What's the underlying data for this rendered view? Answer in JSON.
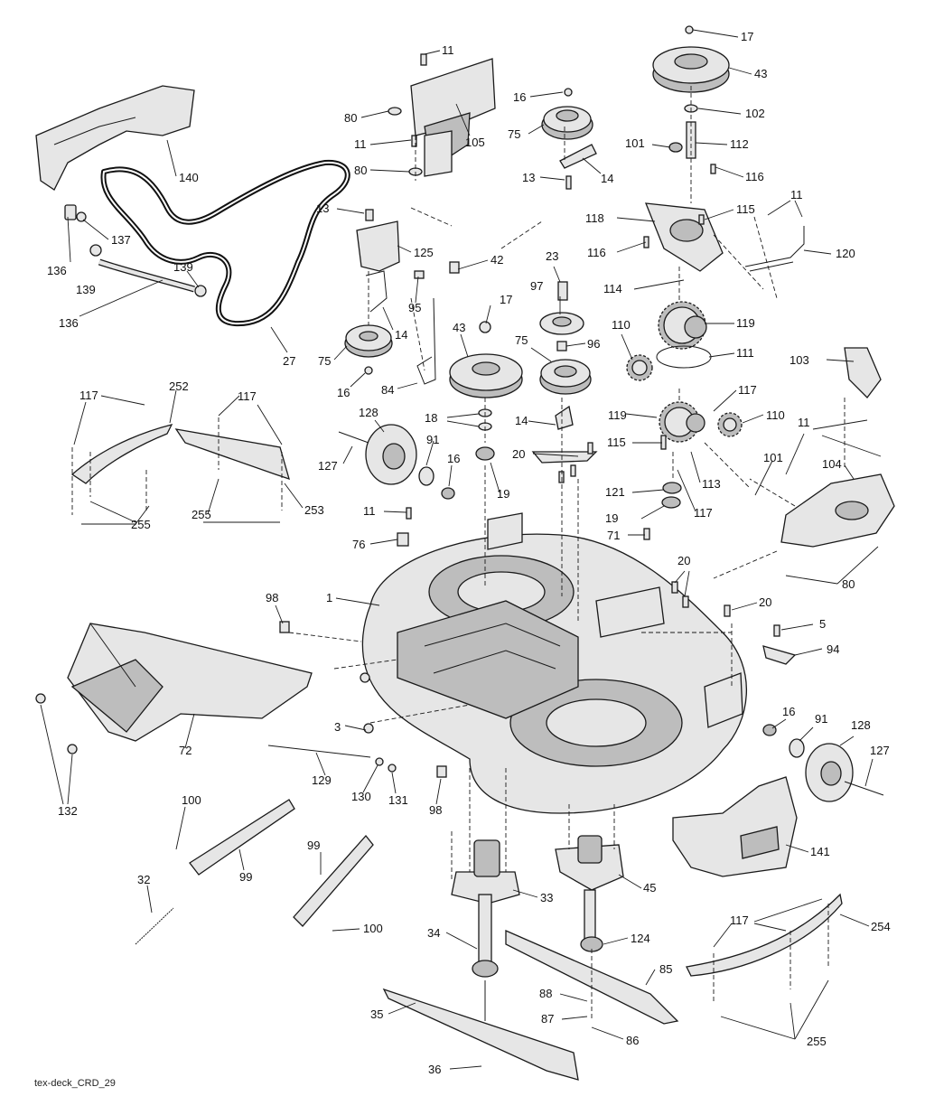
{
  "diagram": {
    "caption": "tex-deck_CRD_29",
    "callouts": [
      {
        "id": "c-11-top",
        "text": "11"
      },
      {
        "id": "c-80-a",
        "text": "80"
      },
      {
        "id": "c-11-b",
        "text": "11"
      },
      {
        "id": "c-105",
        "text": "105"
      },
      {
        "id": "c-80-b",
        "text": "80"
      },
      {
        "id": "c-16-a",
        "text": "16"
      },
      {
        "id": "c-75-a",
        "text": "75"
      },
      {
        "id": "c-13-a",
        "text": "13"
      },
      {
        "id": "c-14-a",
        "text": "14"
      },
      {
        "id": "c-17-a",
        "text": "17"
      },
      {
        "id": "c-43-a",
        "text": "43"
      },
      {
        "id": "c-102",
        "text": "102"
      },
      {
        "id": "c-101-a",
        "text": "101"
      },
      {
        "id": "c-112",
        "text": "112"
      },
      {
        "id": "c-116-a",
        "text": "116"
      },
      {
        "id": "c-140",
        "text": "140"
      },
      {
        "id": "c-118",
        "text": "118"
      },
      {
        "id": "c-115-a",
        "text": "115"
      },
      {
        "id": "c-11-c",
        "text": "11"
      },
      {
        "id": "c-137",
        "text": "137"
      },
      {
        "id": "c-13-b",
        "text": "13"
      },
      {
        "id": "c-125",
        "text": "125"
      },
      {
        "id": "c-116-b",
        "text": "116"
      },
      {
        "id": "c-120",
        "text": "120"
      },
      {
        "id": "c-136-a",
        "text": "136"
      },
      {
        "id": "c-139-a",
        "text": "139"
      },
      {
        "id": "c-42",
        "text": "42"
      },
      {
        "id": "c-23",
        "text": "23"
      },
      {
        "id": "c-139-b",
        "text": "139"
      },
      {
        "id": "c-95",
        "text": "95"
      },
      {
        "id": "c-114",
        "text": "114"
      },
      {
        "id": "c-97",
        "text": "97"
      },
      {
        "id": "c-17-b",
        "text": "17"
      },
      {
        "id": "c-136-b",
        "text": "136"
      },
      {
        "id": "c-14-b",
        "text": "14"
      },
      {
        "id": "c-43-b",
        "text": "43"
      },
      {
        "id": "c-96",
        "text": "96"
      },
      {
        "id": "c-110-a",
        "text": "110"
      },
      {
        "id": "c-119-a",
        "text": "119"
      },
      {
        "id": "c-27",
        "text": "27"
      },
      {
        "id": "c-75-b",
        "text": "75"
      },
      {
        "id": "c-75-c",
        "text": "75"
      },
      {
        "id": "c-111",
        "text": "111"
      },
      {
        "id": "c-103",
        "text": "103"
      },
      {
        "id": "c-16-b",
        "text": "16"
      },
      {
        "id": "c-84",
        "text": "84"
      },
      {
        "id": "c-117-a",
        "text": "117"
      },
      {
        "id": "c-252",
        "text": "252"
      },
      {
        "id": "c-117-b",
        "text": "117"
      },
      {
        "id": "c-117-c",
        "text": "117"
      },
      {
        "id": "c-119-b",
        "text": "119"
      },
      {
        "id": "c-110-b",
        "text": "110"
      },
      {
        "id": "c-18",
        "text": "18"
      },
      {
        "id": "c-14-c",
        "text": "14"
      },
      {
        "id": "c-11-d",
        "text": "11"
      },
      {
        "id": "c-128-a",
        "text": "128"
      },
      {
        "id": "c-91-a",
        "text": "91"
      },
      {
        "id": "c-115-b",
        "text": "115"
      },
      {
        "id": "c-20-a",
        "text": "20"
      },
      {
        "id": "c-127-a",
        "text": "127"
      },
      {
        "id": "c-16-c",
        "text": "16"
      },
      {
        "id": "c-113",
        "text": "113"
      },
      {
        "id": "c-101-b",
        "text": "101"
      },
      {
        "id": "c-104",
        "text": "104"
      },
      {
        "id": "c-19-a",
        "text": "19"
      },
      {
        "id": "c-121",
        "text": "121"
      },
      {
        "id": "c-117-d",
        "text": "117"
      },
      {
        "id": "c-255-a",
        "text": "255"
      },
      {
        "id": "c-255-b",
        "text": "255"
      },
      {
        "id": "c-253",
        "text": "253"
      },
      {
        "id": "c-11-e",
        "text": "11"
      },
      {
        "id": "c-19-b",
        "text": "19"
      },
      {
        "id": "c-71",
        "text": "71"
      },
      {
        "id": "c-76",
        "text": "76"
      },
      {
        "id": "c-20-b",
        "text": "20"
      },
      {
        "id": "c-80-c",
        "text": "80"
      },
      {
        "id": "c-1",
        "text": "1"
      },
      {
        "id": "c-98-a",
        "text": "98"
      },
      {
        "id": "c-20-c",
        "text": "20"
      },
      {
        "id": "c-5",
        "text": "5"
      },
      {
        "id": "c-94",
        "text": "94"
      },
      {
        "id": "c-3",
        "text": "3"
      },
      {
        "id": "c-16-d",
        "text": "16"
      },
      {
        "id": "c-91-b",
        "text": "91"
      },
      {
        "id": "c-128-b",
        "text": "128"
      },
      {
        "id": "c-72",
        "text": "72"
      },
      {
        "id": "c-129",
        "text": "129"
      },
      {
        "id": "c-127-b",
        "text": "127"
      },
      {
        "id": "c-130",
        "text": "130"
      },
      {
        "id": "c-131",
        "text": "131"
      },
      {
        "id": "c-98-b",
        "text": "98"
      },
      {
        "id": "c-132",
        "text": "132"
      },
      {
        "id": "c-100-a",
        "text": "100"
      },
      {
        "id": "c-99-a",
        "text": "99"
      },
      {
        "id": "c-99-b",
        "text": "99"
      },
      {
        "id": "c-141",
        "text": "141"
      },
      {
        "id": "c-33",
        "text": "33"
      },
      {
        "id": "c-45",
        "text": "45"
      },
      {
        "id": "c-32",
        "text": "32"
      },
      {
        "id": "c-117-e",
        "text": "117"
      },
      {
        "id": "c-254",
        "text": "254"
      },
      {
        "id": "c-100-b",
        "text": "100"
      },
      {
        "id": "c-34",
        "text": "34"
      },
      {
        "id": "c-124",
        "text": "124"
      },
      {
        "id": "c-85",
        "text": "85"
      },
      {
        "id": "c-88",
        "text": "88"
      },
      {
        "id": "c-35",
        "text": "35"
      },
      {
        "id": "c-87",
        "text": "87"
      },
      {
        "id": "c-86",
        "text": "86"
      },
      {
        "id": "c-255-c",
        "text": "255"
      },
      {
        "id": "c-36",
        "text": "36"
      }
    ]
  }
}
